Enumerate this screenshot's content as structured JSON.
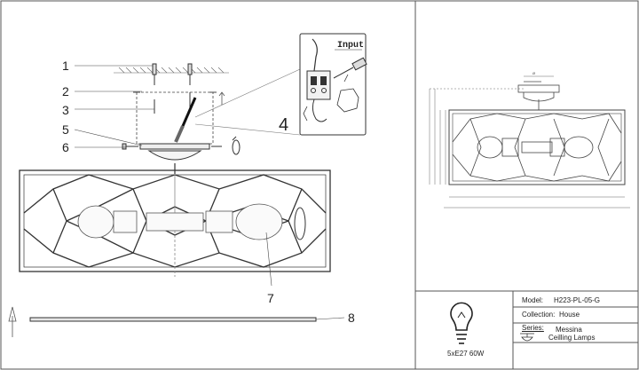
{
  "callouts": {
    "c1": "1",
    "c2": "2",
    "c3": "3",
    "c4": "4",
    "c5": "5",
    "c6": "6",
    "c7": "7",
    "c8": "8"
  },
  "wiring_box": {
    "label": "Input"
  },
  "title_block": {
    "bulb_spec": "5xE27 60W",
    "model_label": "Model:",
    "model_value": "H223-PL-05-G",
    "collection_label": "Collection:",
    "collection_value": "House",
    "series_label": "Series:",
    "series_value": "Messina",
    "category_value": "Ceilling Lamps"
  },
  "icons": {
    "bulb": "light-bulb-icon",
    "arrow": "up-arrow-icon",
    "screwdriver": "screwdriver-icon",
    "lamp": "ceiling-lamp-icon"
  },
  "colors": {
    "line": "#333333",
    "frame": "#555555"
  }
}
